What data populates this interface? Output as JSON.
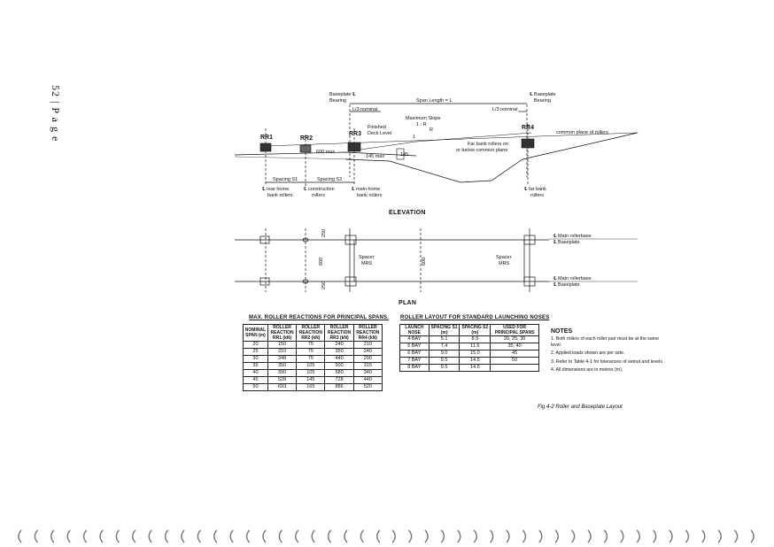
{
  "page_number": "52 | P a g e",
  "elevation": {
    "heading": "ELEVATION",
    "labels": {
      "baseplate_left": "Baseplate ℄",
      "bearing_left": "Bearing",
      "baseplate_right": "℄ Baseplate",
      "bearing_right": "Bearing",
      "span_length": "Span Length = L",
      "l3_left": "L/3 nominal",
      "l3_right": "L/3 nominal",
      "max_slope": "Maximum Slope",
      "slope_ratio": "1 : R",
      "slope_r": "R",
      "slope_one": "1",
      "finished_deck": "Finished",
      "deck_level": "Deck Level",
      "common_plane": "common plane of rollers",
      "far_bank_1": "Far bank rollers on",
      "far_bank_2": "or below common plane",
      "dim_600": "600 max",
      "dim_145": "145 max",
      "dim_145b": "145",
      "spacing_s1": "Spacing S1",
      "spacing_s2": "Spacing S2",
      "rear_home_1": "℄ rear home",
      "rear_home_2": "bank rollers",
      "construction_1": "℄ construction",
      "construction_2": "rollers",
      "main_home_1": "℄ main home",
      "main_home_2": "bank rollers",
      "far_bank_r1": "℄ far bank",
      "far_bank_r2": "rollers"
    },
    "rollers": [
      "RR1",
      "RR2",
      "RR3",
      "RR4"
    ]
  },
  "plan": {
    "heading": "PLAN",
    "labels": {
      "main_rollerbase_top": "℄ Main rollerbase",
      "baseplate_top": "℄ Baseplate",
      "main_rollerbase_bot": "℄ Main rollerbase",
      "baseplate_bot": "℄ Baseplate",
      "spacer_l": "Spacer",
      "mrs_l": "MRS",
      "spacer_r": "Spacer",
      "mrs_r": "MRS",
      "dim_600_l": "600",
      "dim_600_r": "600",
      "dim_250_t": "250",
      "dim_250_b": "250"
    }
  },
  "reactions_table": {
    "title": "MAX. ROLLER REACTIONS FOR PRINCIPAL SPANS.",
    "headers": [
      "NOMINAL SPAN (m)",
      "ROLLER REACTION RR1 (kN)",
      "ROLLER REACTION RR2 (kN)",
      "ROLLER REACTION RR3 (kN)",
      "ROLLER REACTION RR4 (kN)"
    ],
    "rows": [
      [
        "20",
        "150",
        "75",
        "240",
        "210"
      ],
      [
        "25",
        "210",
        "75",
        "350",
        "240"
      ],
      [
        "30",
        "348",
        "75",
        "440",
        "290"
      ],
      [
        "35",
        "350",
        "105",
        "500",
        "315"
      ],
      [
        "40",
        "390",
        "105",
        "580",
        "340"
      ],
      [
        "45",
        "528",
        "145",
        "728",
        "440"
      ],
      [
        "50",
        "693",
        "165",
        "886",
        "520"
      ]
    ]
  },
  "layout_table": {
    "title": "ROLLER LAYOUT FOR STANDARD LAUNCHING NOSES",
    "headers": [
      "LAUNCH NOSE",
      "SPACING S1 (m)",
      "SPACING S2 (m)",
      "USED FOR PRINCIPAL SPANS"
    ],
    "rows": [
      [
        "4 BAY",
        "5.1",
        "8.9",
        "20, 25, 30"
      ],
      [
        "5 BAY",
        "7.4",
        "11.6",
        "35, 40"
      ],
      [
        "6 BAY",
        "9.0",
        "15.0",
        "45"
      ],
      [
        "7 BAY",
        "9.5",
        "14.5",
        "50"
      ],
      [
        "8 BAY",
        "9.5",
        "14.5",
        ""
      ]
    ]
  },
  "notes": {
    "title": "NOTES",
    "items": [
      "1. Both rollers of each roller pair must be at the same level.",
      "2. Applied loads shown are per side.",
      "3. Refer to Table 4-1 for tolerances of setout and levels.",
      "4. All dimensions are in metres (m)."
    ]
  },
  "caption": "Fig 4-2  Roller and Baseplate Layout"
}
